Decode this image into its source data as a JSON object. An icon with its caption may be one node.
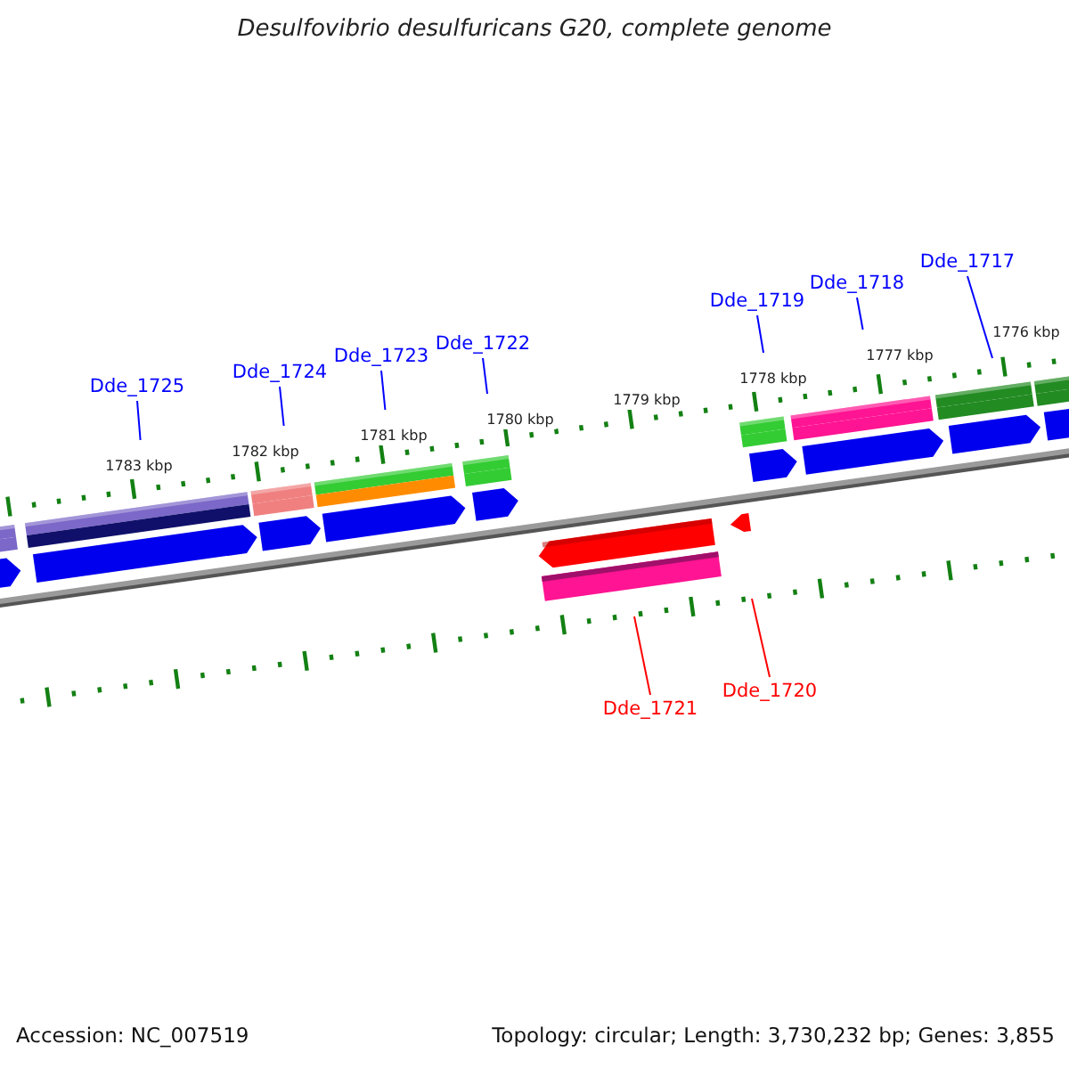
{
  "diagram": {
    "title": "Desulfovibrio desulfuricans G20, complete genome",
    "nodes": [
      {
        "text": [
          "Dde_1725"
        ]
      },
      {
        "text": [
          "Dde_1724"
        ]
      },
      {
        "text": [
          "Dde_1723"
        ]
      },
      {
        "text": [
          "Dde_1722"
        ]
      },
      {
        "text": [
          "Dde_1719"
        ]
      },
      {
        "text": [
          "Dde_1718"
        ]
      },
      {
        "text": [
          "Dde_1717"
        ]
      },
      {
        "text": [
          "Dde_1721"
        ]
      },
      {
        "text": [
          "Dde_1720"
        ]
      }
    ],
    "edges": [
      {
        "from": 0,
        "to": null,
        "arrow": "none"
      },
      {
        "from": 1,
        "to": null,
        "arrow": "none"
      },
      {
        "from": 2,
        "to": null,
        "arrow": "none"
      },
      {
        "from": 3,
        "to": null,
        "arrow": "none"
      },
      {
        "from": 4,
        "to": null,
        "arrow": "none"
      },
      {
        "from": 5,
        "to": null,
        "arrow": "none"
      },
      {
        "from": 6,
        "to": null,
        "arrow": "none"
      },
      {
        "from": 7,
        "to": null,
        "arrow": "none",
        "color": "#ff0000"
      },
      {
        "from": 8,
        "to": null,
        "arrow": "none",
        "color": "#ff0000"
      }
    ],
    "labels": [
      "1776 kbp",
      "1777 kbp",
      "1778 kbp",
      "1779 kbp",
      "1780 kbp",
      "1781 kbp",
      "1782 kbp",
      "1783 kbp",
      "Accession: NC_007519",
      "Topology: circular; Length: 3,730,232 bp; Genes: 3,855"
    ]
  }
}
